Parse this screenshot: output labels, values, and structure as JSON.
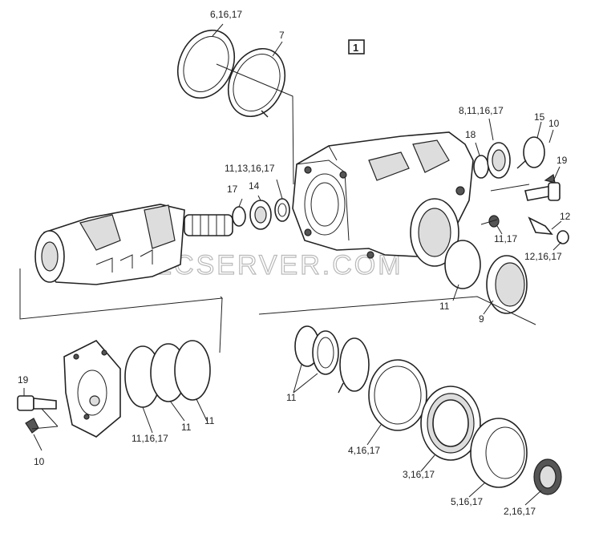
{
  "diagram": {
    "figure_number": "1",
    "watermark": "SPECSERVER.COM",
    "labels": [
      {
        "id": "l-6",
        "text": "6,16,17"
      },
      {
        "id": "l-7",
        "text": "7"
      },
      {
        "id": "l-11-13",
        "text": "11,13,16,17"
      },
      {
        "id": "l-17",
        "text": "17"
      },
      {
        "id": "l-14",
        "text": "14"
      },
      {
        "id": "l-8",
        "text": "8,11,16,17"
      },
      {
        "id": "l-15",
        "text": "15"
      },
      {
        "id": "l-18",
        "text": "18"
      },
      {
        "id": "l-10a",
        "text": "10"
      },
      {
        "id": "l-19a",
        "text": "19"
      },
      {
        "id": "l-12",
        "text": "12"
      },
      {
        "id": "l-11-17",
        "text": "11,17"
      },
      {
        "id": "l-12-16",
        "text": "12,16,17"
      },
      {
        "id": "l-11a",
        "text": "11"
      },
      {
        "id": "l-9",
        "text": "9"
      },
      {
        "id": "l-11b",
        "text": "11"
      },
      {
        "id": "l-4",
        "text": "4,16,17"
      },
      {
        "id": "l-3",
        "text": "3,16,17"
      },
      {
        "id": "l-5",
        "text": "5,16,17"
      },
      {
        "id": "l-2",
        "text": "2,16,17"
      },
      {
        "id": "l-19b",
        "text": "19"
      },
      {
        "id": "l-10b",
        "text": "10"
      },
      {
        "id": "l-11-16",
        "text": "11,16,17"
      },
      {
        "id": "l-11c",
        "text": "11"
      },
      {
        "id": "l-11d",
        "text": "11"
      }
    ]
  }
}
